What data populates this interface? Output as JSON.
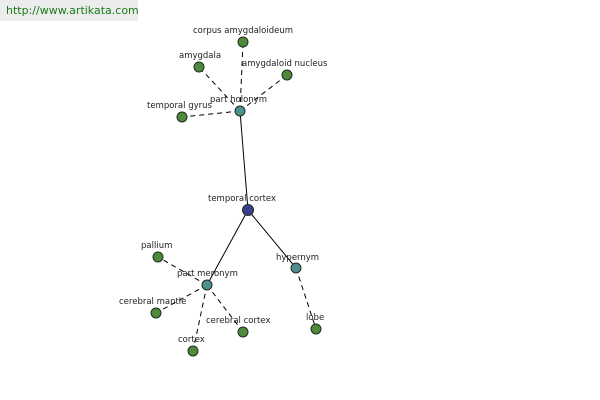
{
  "header": {
    "url": "http://www.artikata.com"
  },
  "colors": {
    "root": "#3a3f8f",
    "relation": "#4f8f8f",
    "leaf": "#4f8a3c"
  },
  "graph": {
    "nodes": [
      {
        "id": "root",
        "label": "temporal cortex",
        "kind": "root"
      },
      {
        "id": "holonym",
        "label": "part holonym",
        "kind": "relation"
      },
      {
        "id": "meronym",
        "label": "part meronym",
        "kind": "relation"
      },
      {
        "id": "hypernym",
        "label": "hypernym",
        "kind": "relation"
      },
      {
        "id": "corpus",
        "label": "corpus amygdaloideum",
        "kind": "leaf"
      },
      {
        "id": "amygdala",
        "label": "amygdala",
        "kind": "leaf"
      },
      {
        "id": "amyg_nucleus",
        "label": "amygdaloid nucleus",
        "kind": "leaf"
      },
      {
        "id": "temporal_gyrus",
        "label": "temporal gyrus",
        "kind": "leaf"
      },
      {
        "id": "pallium",
        "label": "pallium",
        "kind": "leaf"
      },
      {
        "id": "cerebral_mantle",
        "label": "cerebral mantle",
        "kind": "leaf"
      },
      {
        "id": "cerebral_cortex",
        "label": "cerebral cortex",
        "kind": "leaf"
      },
      {
        "id": "cortex",
        "label": "cortex",
        "kind": "leaf"
      },
      {
        "id": "lobe",
        "label": "lobe",
        "kind": "leaf"
      }
    ],
    "edges": [
      {
        "from": "root",
        "to": "holonym",
        "style": "solid"
      },
      {
        "from": "root",
        "to": "meronym",
        "style": "solid"
      },
      {
        "from": "root",
        "to": "hypernym",
        "style": "solid"
      },
      {
        "from": "holonym",
        "to": "corpus",
        "style": "dashed"
      },
      {
        "from": "holonym",
        "to": "amygdala",
        "style": "dashed"
      },
      {
        "from": "holonym",
        "to": "amyg_nucleus",
        "style": "dashed"
      },
      {
        "from": "holonym",
        "to": "temporal_gyrus",
        "style": "dashed"
      },
      {
        "from": "meronym",
        "to": "pallium",
        "style": "dashed"
      },
      {
        "from": "meronym",
        "to": "cerebral_mantle",
        "style": "dashed"
      },
      {
        "from": "meronym",
        "to": "cerebral_cortex",
        "style": "dashed"
      },
      {
        "from": "meronym",
        "to": "cortex",
        "style": "dashed"
      },
      {
        "from": "hypernym",
        "to": "lobe",
        "style": "dashed"
      }
    ]
  }
}
